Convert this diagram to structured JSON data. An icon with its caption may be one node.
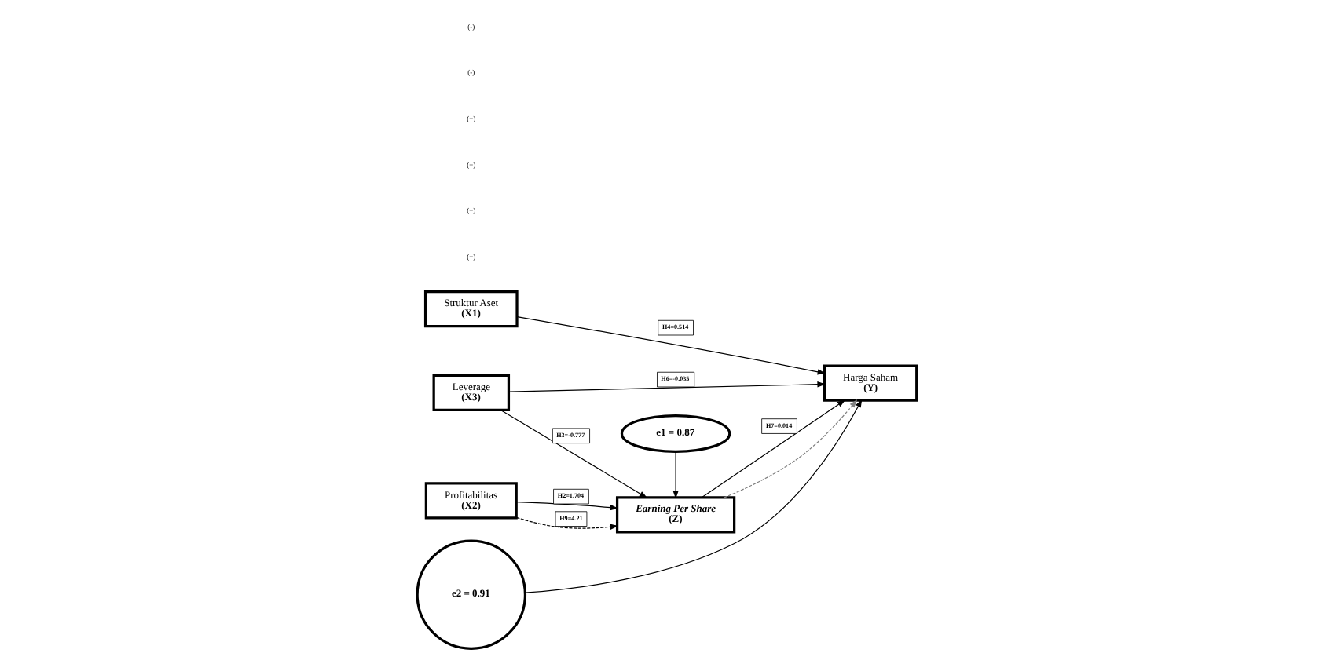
{
  "diagram": {
    "nodes": [
      {
        "text": [
          "Struktur Aset",
          "(X1)"
        ]
      },
      {
        "text": [
          "Profitabilitas",
          "(X2)"
        ]
      },
      {
        "text": [
          "Leverage",
          "(X3)"
        ]
      },
      {
        "text": [
          "Earning Per Share",
          "(Z)"
        ]
      },
      {
        "text": [
          "Harga Saham",
          "(Y)"
        ]
      },
      {
        "text": [
          "e1 = 0.87"
        ]
      },
      {
        "text": [
          "e2 = 0.91"
        ]
      }
    ],
    "edges": [
      {
        "from": 0,
        "to": 4,
        "arrow": "to",
        "label": "H4=0.514"
      },
      {
        "from": 1,
        "to": 3,
        "arrow": "to",
        "label": "H2=1.704"
      },
      {
        "from": 1,
        "to": 3,
        "arrow": "to",
        "label": "H9=4.21",
        "style": "dashed"
      },
      {
        "from": 2,
        "to": 3,
        "arrow": "to",
        "label": "H3=-0.777"
      },
      {
        "from": 3,
        "to": 4,
        "arrow": "to",
        "label": "H7=0.014"
      },
      {
        "from": 3,
        "to": 4,
        "arrow": "to",
        "style": "dashed",
        "color": "#808080"
      },
      {
        "from": 2,
        "to": 4,
        "arrow": "to",
        "label": "H6=-0.035"
      },
      {
        "from": 5,
        "to": 3,
        "arrow": "to"
      },
      {
        "from": 6,
        "to": 4,
        "arrow": "to"
      }
    ],
    "labels": [
      "(+)",
      "(+)",
      "(+)",
      "(+)",
      "(-)",
      "(-)"
    ]
  }
}
